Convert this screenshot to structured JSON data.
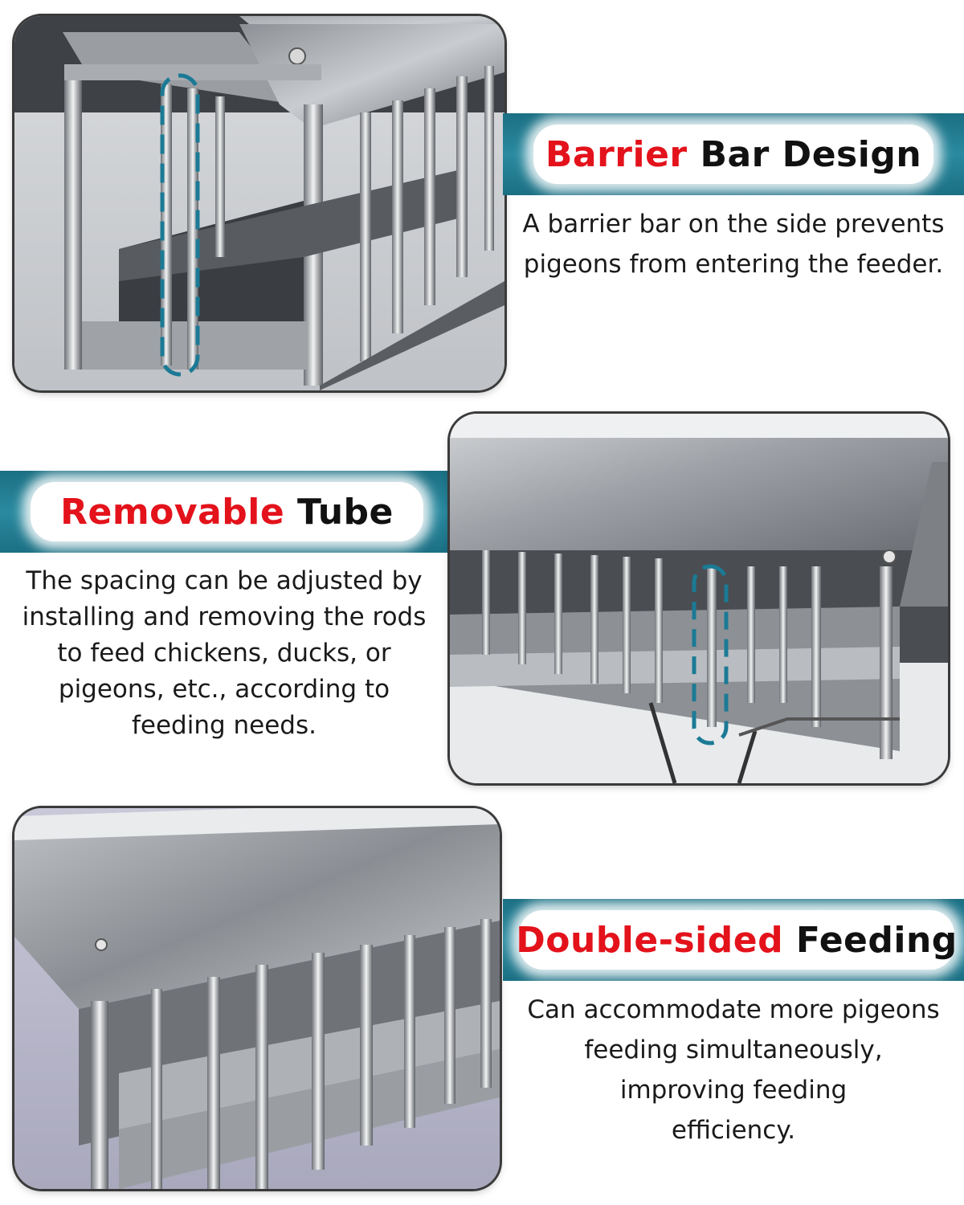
{
  "sections": [
    {
      "title_accent": "Barrier",
      "title_rest": "Bar Design",
      "description_lines": [
        "A barrier bar on the side prevents",
        "pigeons from entering the feeder."
      ]
    },
    {
      "title_accent": "Removable",
      "title_rest": "Tube",
      "description_lines": [
        "The spacing can be adjusted by",
        "installing and removing the rods",
        "to feed chickens, ducks, or",
        "pigeons, etc., according to",
        "feeding needs."
      ]
    },
    {
      "title_accent": "Double-sided",
      "title_rest": "Feeding",
      "description_lines": [
        "Can accommodate more pigeons",
        "feeding simultaneously,",
        "improving feeding",
        "efficiency."
      ]
    }
  ],
  "colors": {
    "accent": "#e3121b",
    "banner": "#1b6f83",
    "highlight": "#1b7a95"
  }
}
